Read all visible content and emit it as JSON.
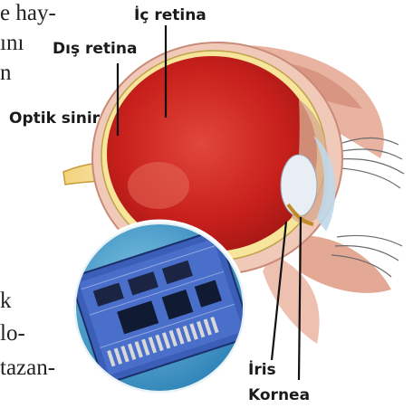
{
  "body_text": {
    "fragments": [
      "e hay-",
      "ını",
      "n",
      "k",
      "lo-",
      "tazan-"
    ]
  },
  "labels": {
    "inner_retina": "İç retina",
    "outer_retina": "Dış retina",
    "optic_nerve": "Optik sinir",
    "iris": "İris",
    "cornea": "Kornea"
  },
  "colors": {
    "retina_red": "#c8201c",
    "sclera": "#e9b6a4",
    "chip_blue": "#2f57b8"
  }
}
